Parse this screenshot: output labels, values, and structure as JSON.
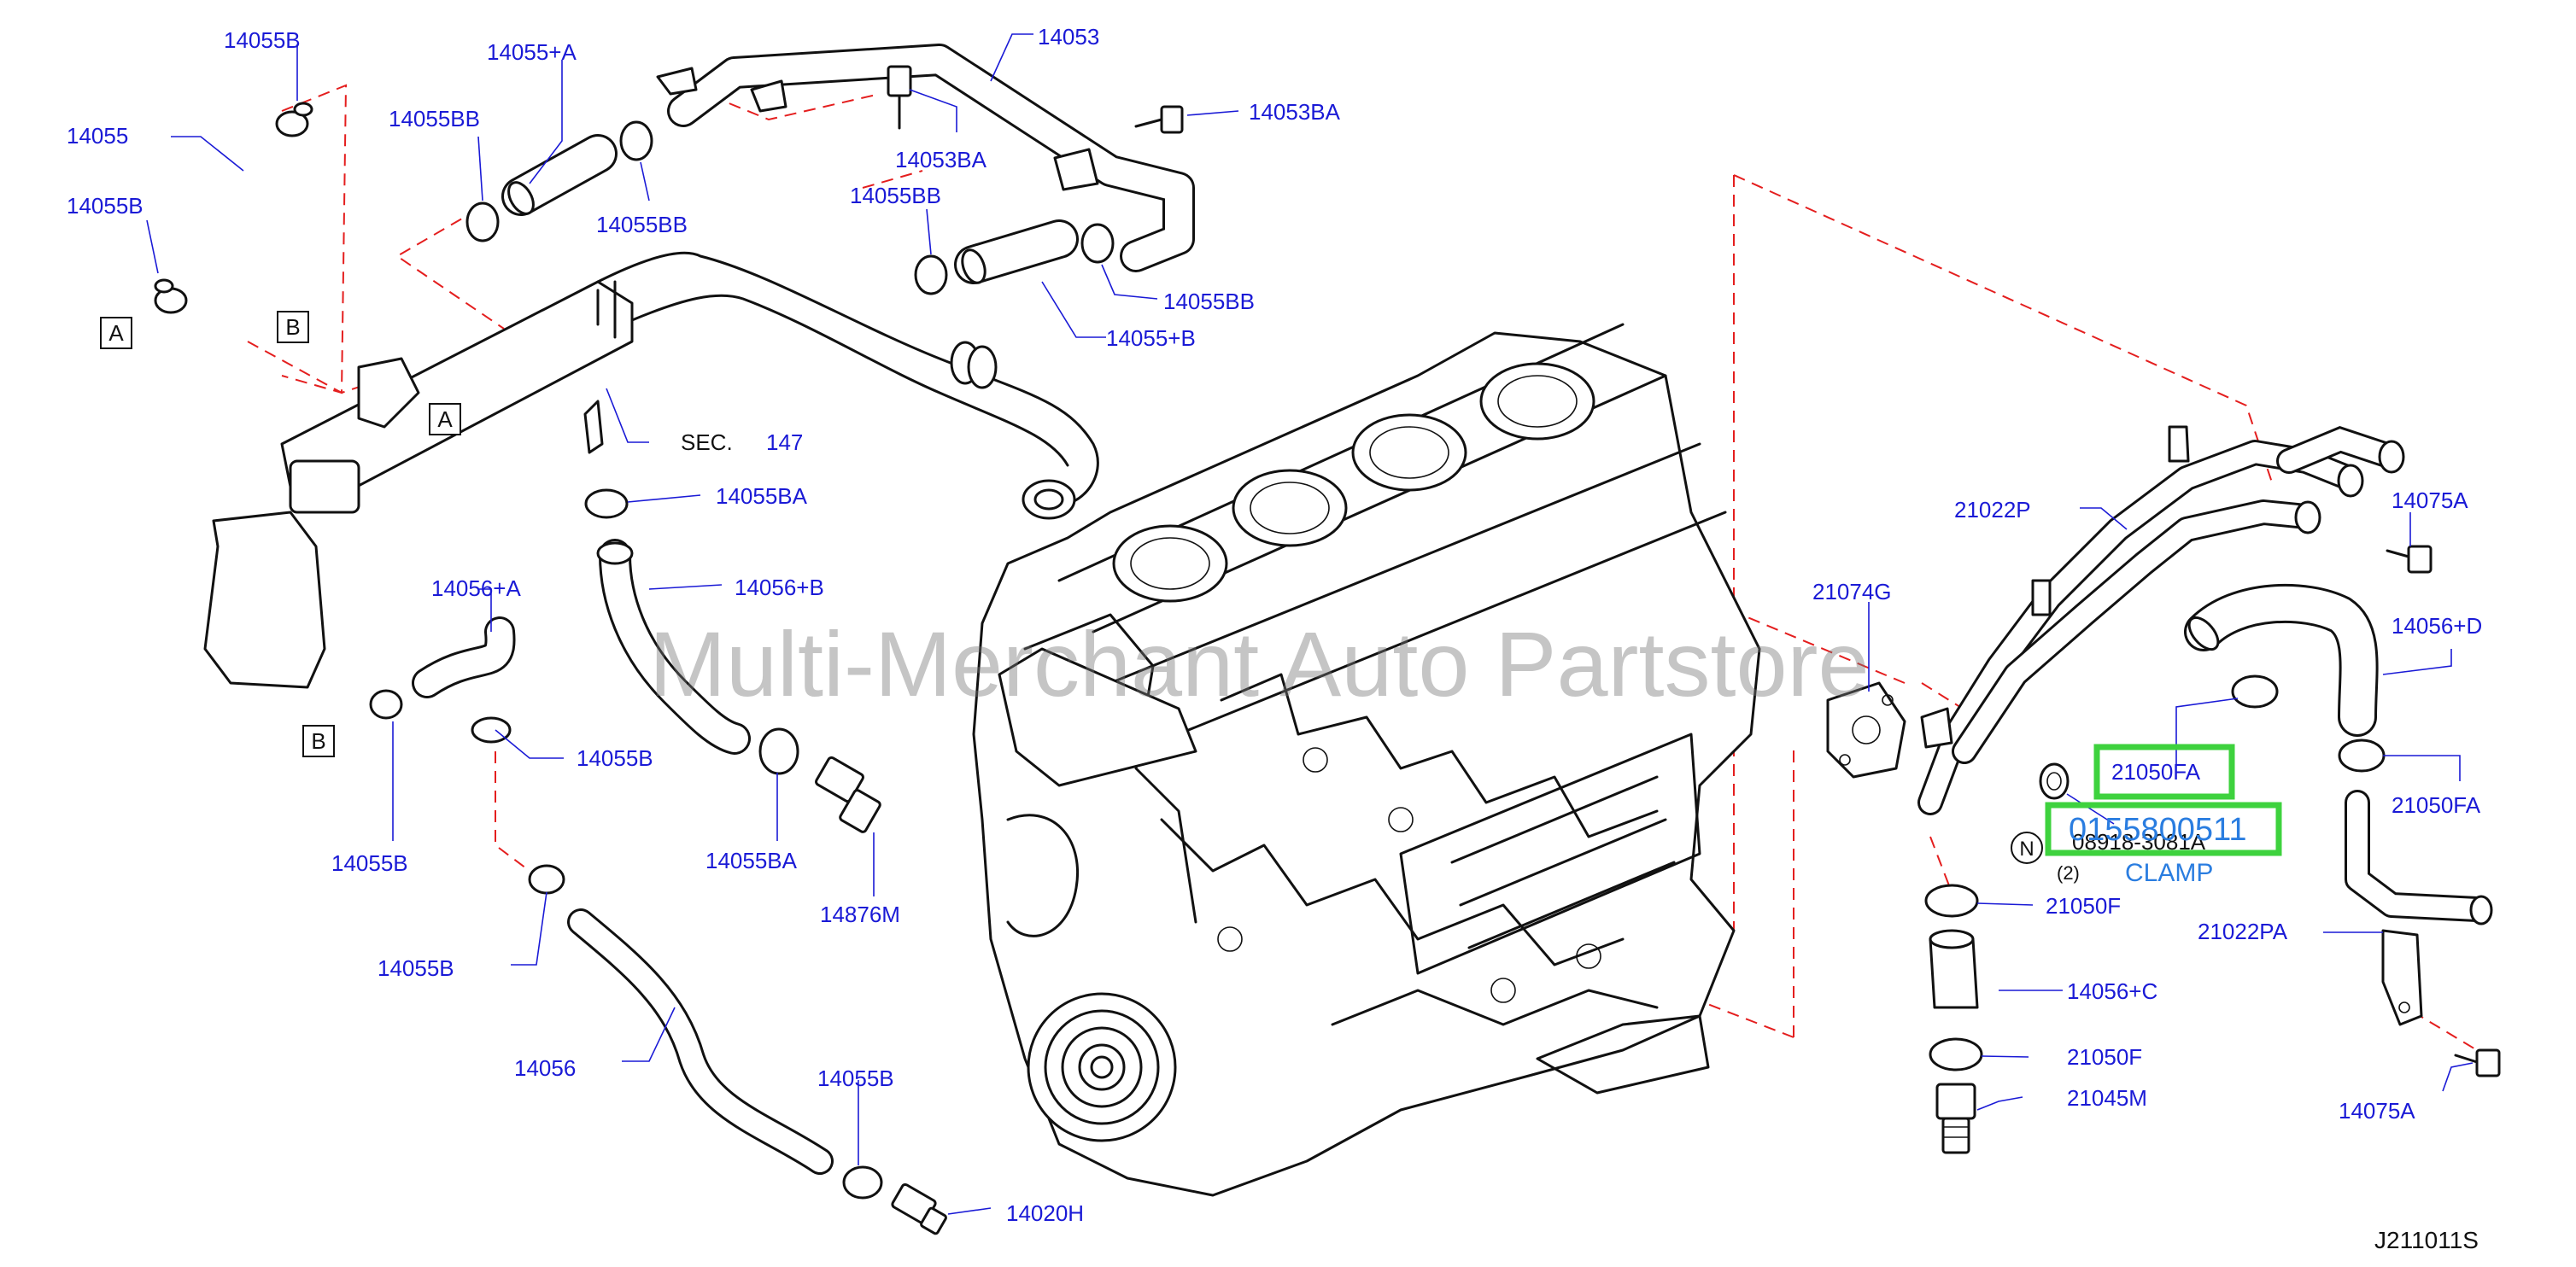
{
  "labels": {
    "l_14055B_1": "14055B",
    "l_14055_1": "14055",
    "l_14055B_2": "14055B",
    "l_14055A": "14055+A",
    "l_14055BB_1": "14055BB",
    "l_14055BB_2": "14055BB",
    "l_14053": "14053",
    "l_14053BA_1": "14053BA",
    "l_14053BA_2": "14053BA",
    "l_14055BB_3": "14055BB",
    "l_14055BB_4": "14055BB",
    "l_14055plusB_1": "14055+B",
    "l_sec": "SEC.",
    "l_147": "147",
    "l_14055BA_1": "14055BA",
    "l_14056A": "14056+A",
    "l_14056B": "14056+B",
    "l_14055B_3": "14055B",
    "l_14055B_4": "14055B",
    "l_14055BA_2": "14055BA",
    "l_14876M": "14876M",
    "l_14055B_5": "14055B",
    "l_14056": "14056",
    "l_14055B_6": "14055B",
    "l_14020H": "14020H",
    "l_21022P": "21022P",
    "l_21074G": "21074G",
    "l_14075A_1": "14075A",
    "l_14056D": "14056+D",
    "l_21050FA_1": "21050FA",
    "l_21050FA_2": "21050FA",
    "l_0155800511": "0155800511",
    "l_08918": "08918-3081A",
    "l_qty": "(2)",
    "l_clamp": "CLAMP",
    "l_N": "N",
    "l_21050F_1": "21050F",
    "l_21022PA": "21022PA",
    "l_14056C": "14056+C",
    "l_21050F_2": "21050F",
    "l_21045M": "21045M",
    "l_14075A_2": "14075A",
    "l_A1": "A",
    "l_B1": "B",
    "l_A2": "A",
    "l_B2": "B",
    "l_ref": "J211011S"
  },
  "watermark": "Multi-Merchant Auto Partstore",
  "colors": {
    "label": "#1a1ad6",
    "highlight": "#3ed23e",
    "phantom_line": "#e41e1e",
    "line_art": "#111111"
  }
}
